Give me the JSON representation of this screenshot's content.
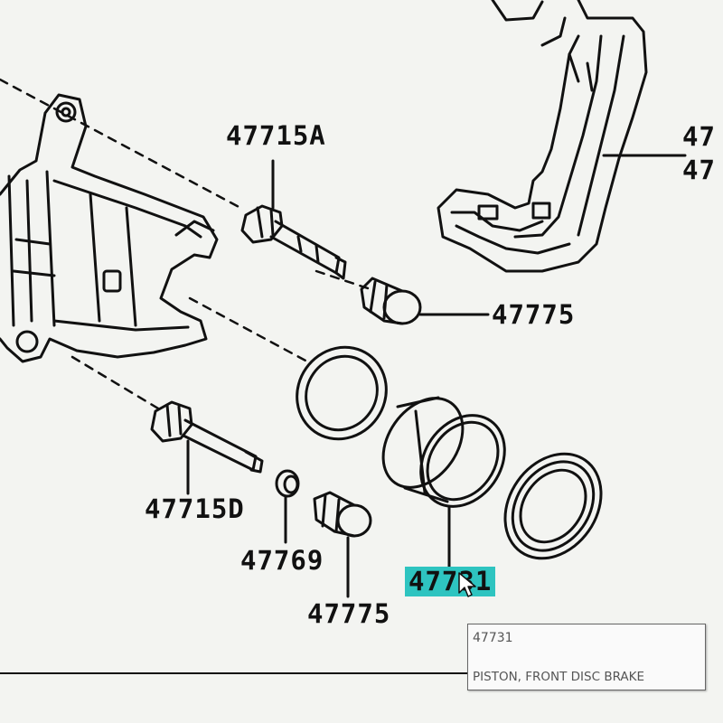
{
  "labels": {
    "p47715A": "47715A",
    "p47775_top": "47775",
    "p47715D": "47715D",
    "p47769": "47769",
    "p47775_bottom": "47775",
    "p47731": "47731",
    "p47_a": "47",
    "p47_b": "47"
  },
  "tooltip": {
    "code": "47731",
    "description": "PISTON, FRONT DISC BRAKE"
  },
  "colors": {
    "highlight": "#2ec4c0",
    "line": "#111111",
    "background": "#f3f4f1"
  }
}
